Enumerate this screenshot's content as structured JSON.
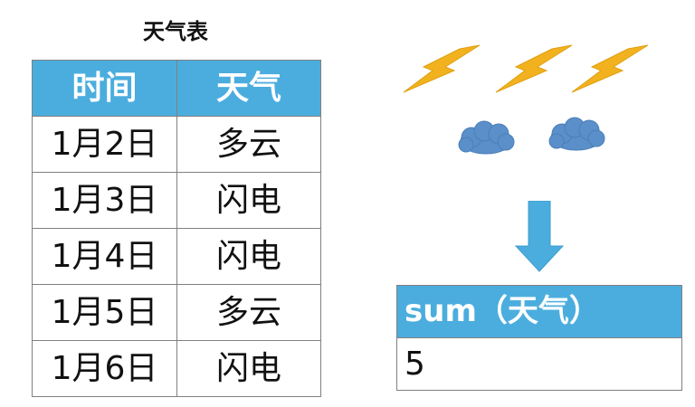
{
  "title": "天气表",
  "table": {
    "headers": [
      "时间",
      "天气"
    ],
    "rows": [
      [
        "1月2日",
        "多云"
      ],
      [
        "1月3日",
        "闪电"
      ],
      [
        "1月4日",
        "闪电"
      ],
      [
        "1月5日",
        "多云"
      ],
      [
        "1月6日",
        "闪电"
      ]
    ]
  },
  "result": {
    "header": "sum（天气）",
    "value": "5"
  },
  "icons": {
    "lightning": "lightning-bolt-icon",
    "cloud": "cloud-icon",
    "arrow": "arrow-down-icon"
  },
  "colors": {
    "header_bg": "#4badde",
    "lightning": "#f2b21f",
    "cloud": "#5b8fc9",
    "arrow": "#4badde"
  }
}
